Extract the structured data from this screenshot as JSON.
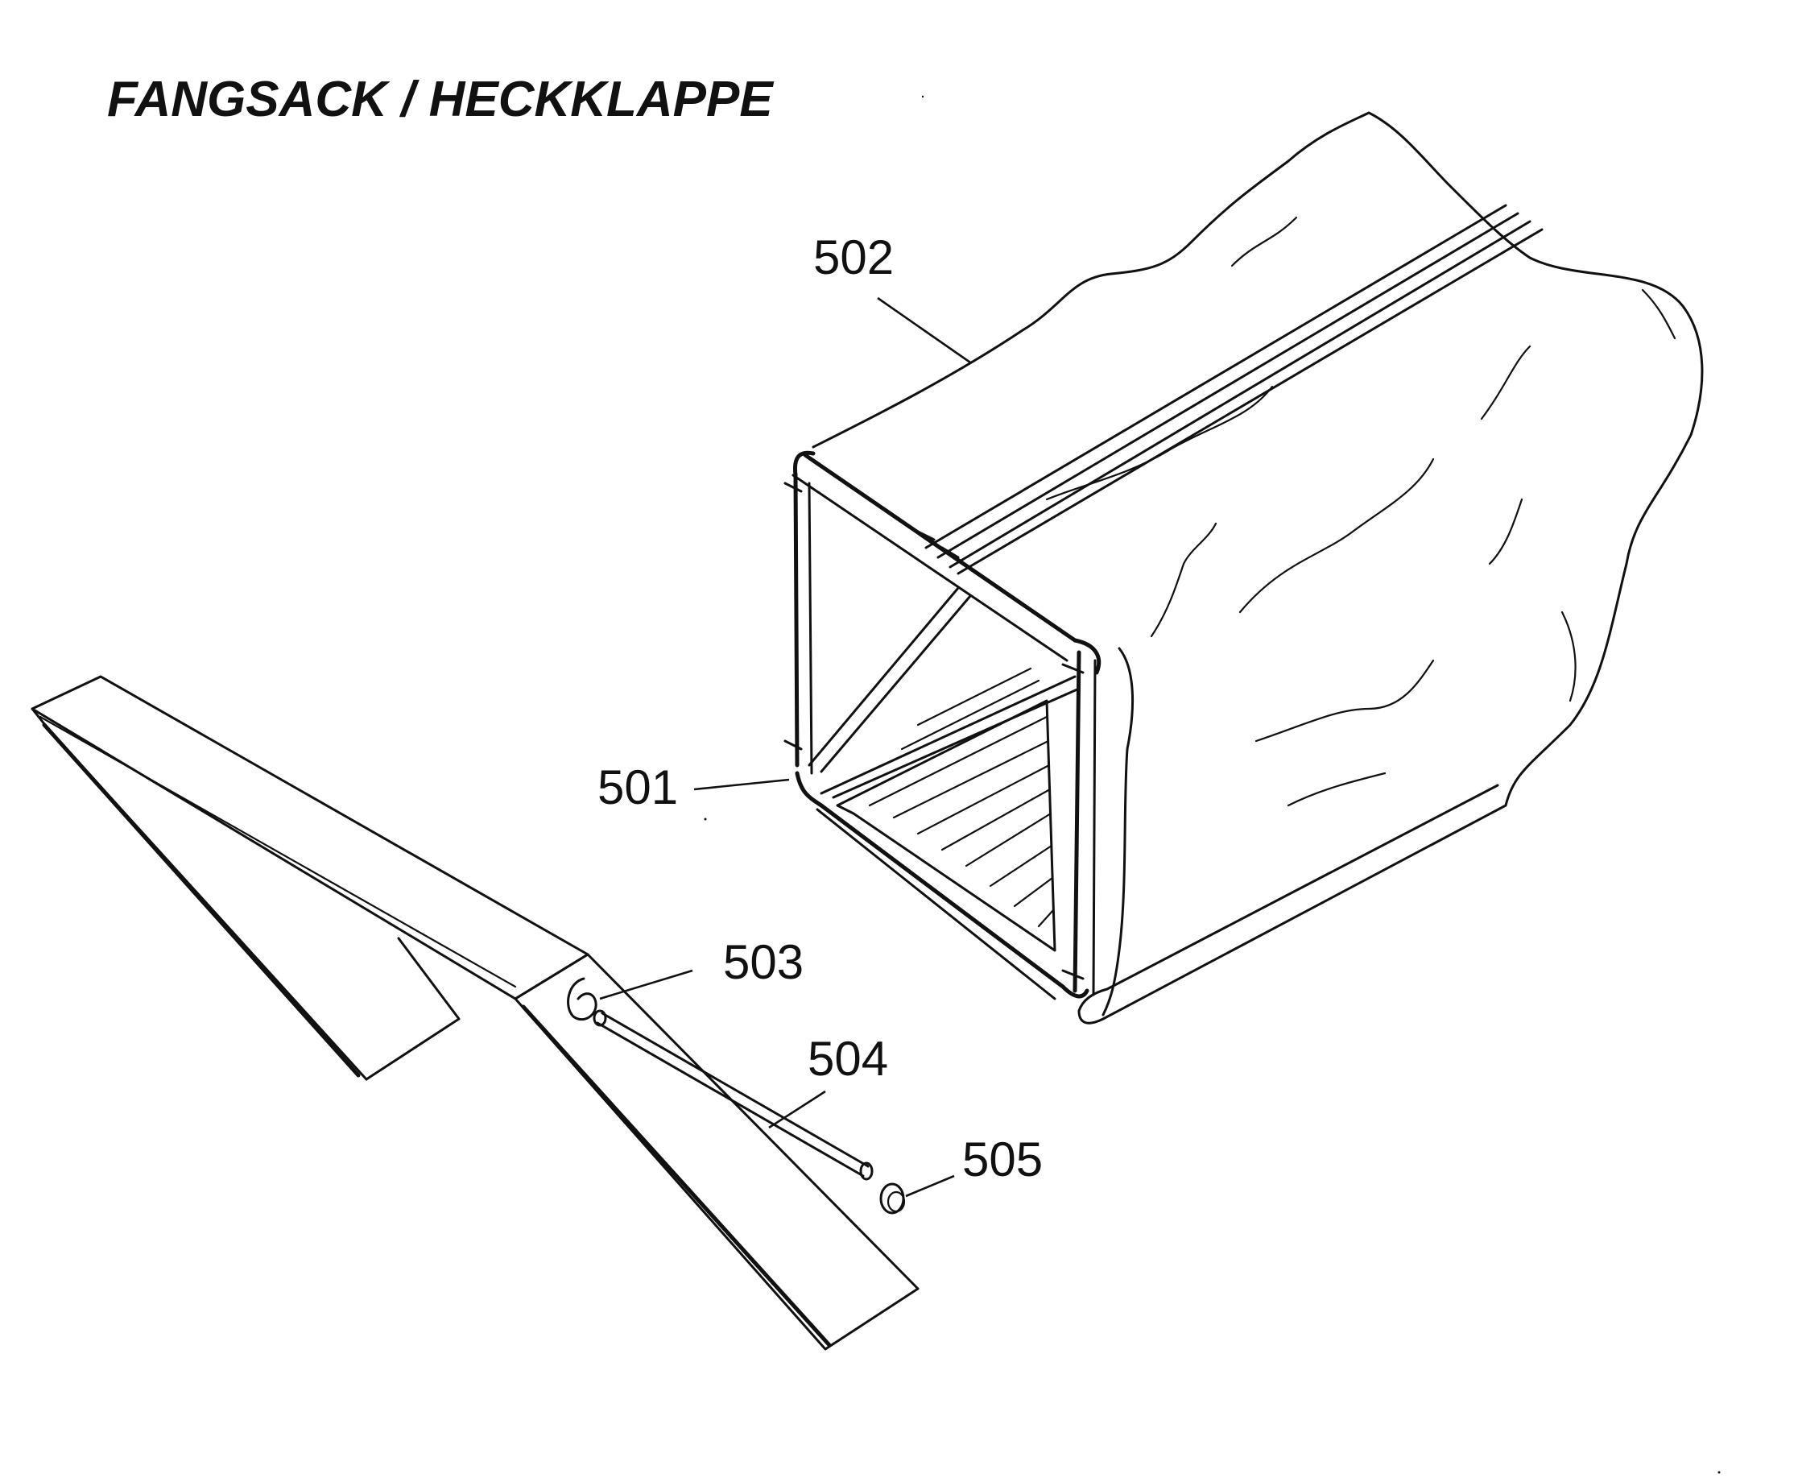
{
  "title": "FANGSACK / HECKKLAPPE",
  "parts": [
    {
      "id": "p501",
      "number": "501"
    },
    {
      "id": "p502",
      "number": "502"
    },
    {
      "id": "p503",
      "number": "503"
    },
    {
      "id": "p504",
      "number": "504"
    },
    {
      "id": "p505",
      "number": "505"
    }
  ]
}
